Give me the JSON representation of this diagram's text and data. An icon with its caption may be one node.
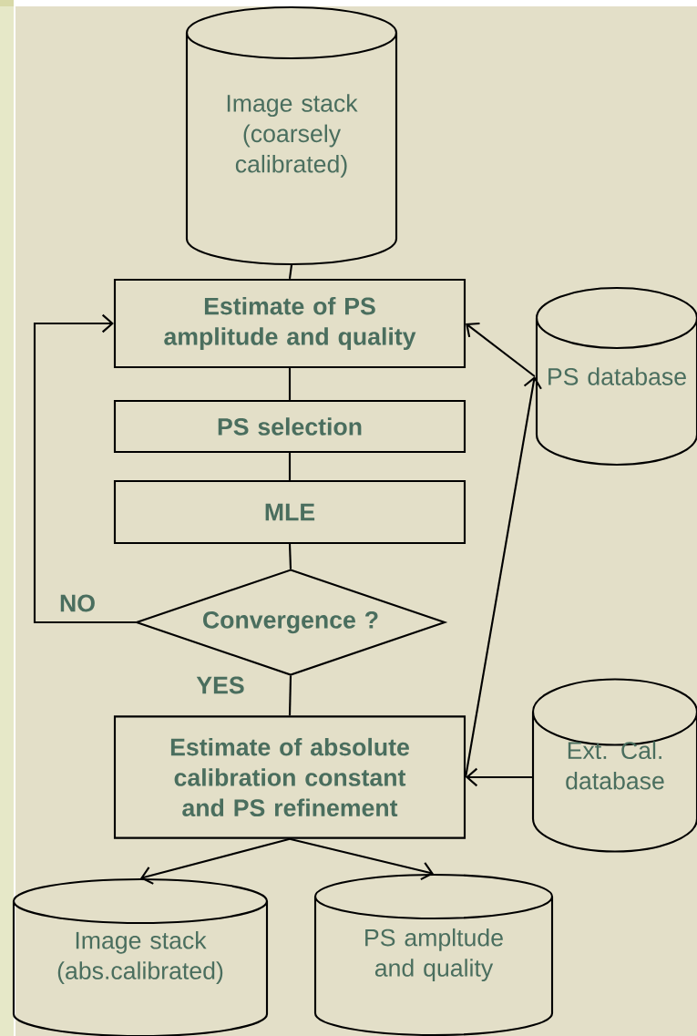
{
  "diagram": {
    "nodes": [
      {
        "text": [
          "Image stack (coarsely calibrated)"
        ]
      },
      {
        "text": [
          "Estimate of PS amplitude and quality"
        ]
      },
      {
        "text": [
          "PS selection"
        ]
      },
      {
        "text": [
          "MLE"
        ]
      },
      {
        "text": [
          "Convergence ?"
        ]
      },
      {
        "text": [
          "Estimate of absolute calibration constant and PS refinement"
        ]
      },
      {
        "text": [
          "PS database"
        ]
      },
      {
        "text": [
          "Ext. Cal. database"
        ]
      },
      {
        "text": [
          "Image stack (abs.calibrated)"
        ]
      },
      {
        "text": [
          "PS ampltude and quality"
        ]
      }
    ],
    "edges": [
      {
        "from": 0,
        "to": 1,
        "arrow": "none"
      },
      {
        "from": 1,
        "to": 2,
        "arrow": "none"
      },
      {
        "from": 2,
        "to": 3,
        "arrow": "none"
      },
      {
        "from": 3,
        "to": 4,
        "arrow": "none"
      },
      {
        "from": 4,
        "to": 5,
        "arrow": "none",
        "label": "YES"
      },
      {
        "from": 4,
        "to": 1,
        "arrow": "to",
        "label": "NO"
      },
      {
        "from": 6,
        "to": 1,
        "arrow": "to"
      },
      {
        "from": 5,
        "to": 6,
        "arrow": "to"
      },
      {
        "from": 7,
        "to": 5,
        "arrow": "to"
      },
      {
        "from": 5,
        "to": 8,
        "arrow": "to"
      },
      {
        "from": 5,
        "to": 9,
        "arrow": "to"
      }
    ]
  }
}
